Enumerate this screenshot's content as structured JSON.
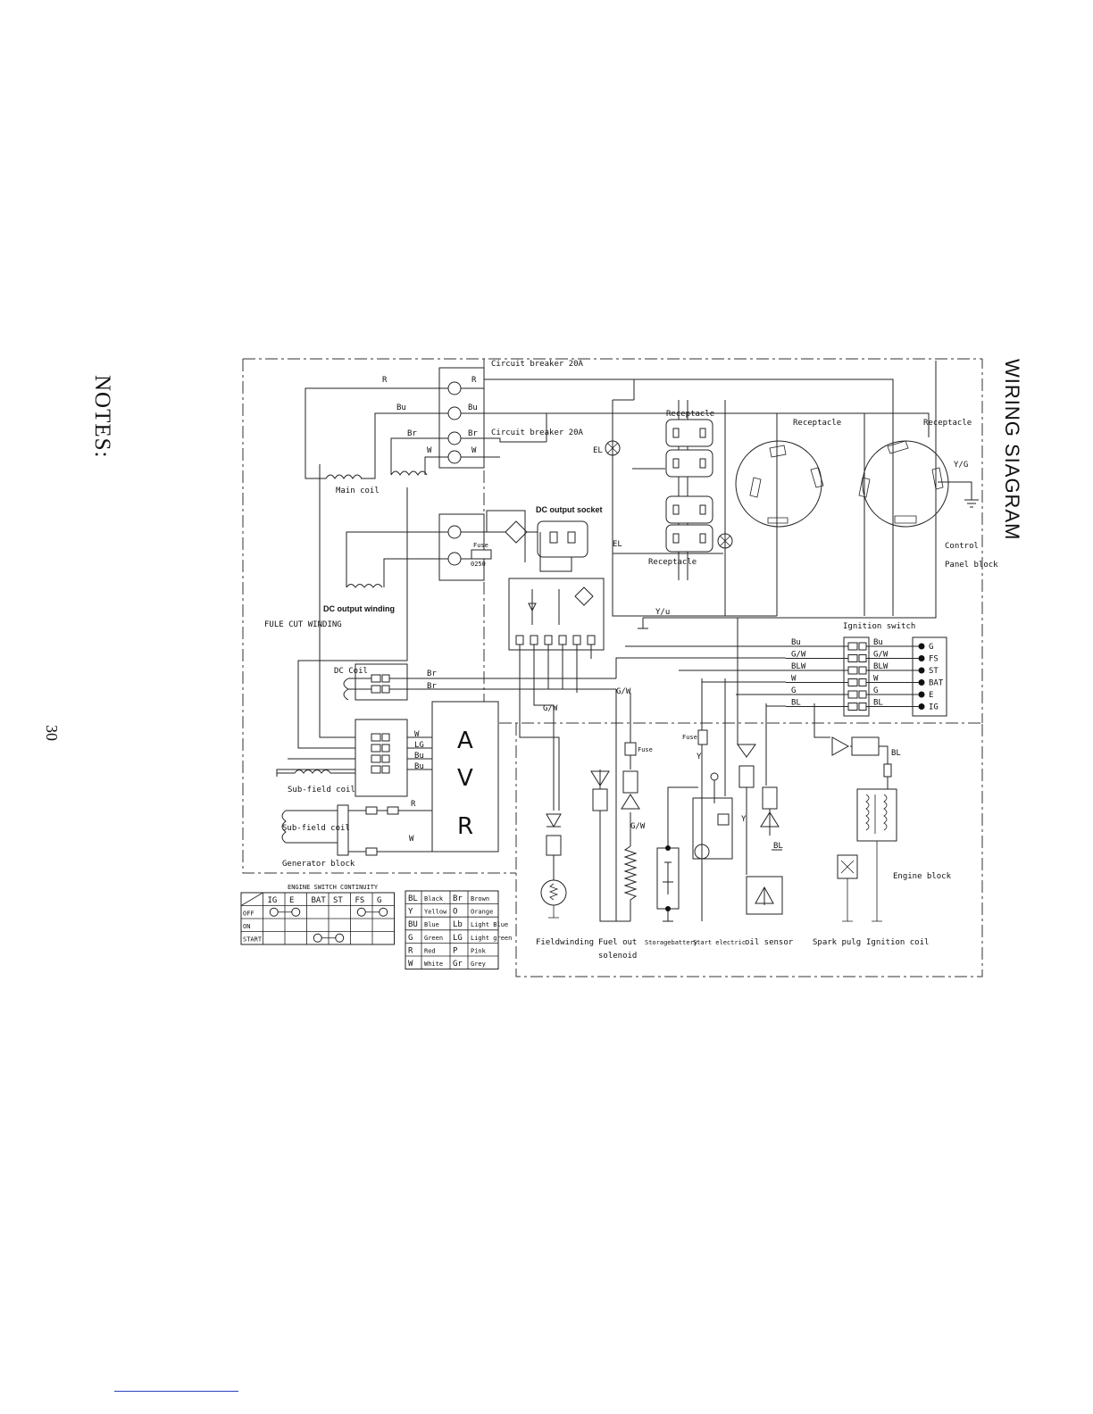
{
  "page": {
    "notes_heading": "NOTES:",
    "page_number": "30",
    "title": "WIRING SIAGRAM"
  },
  "labels": {
    "circuit_breaker_1": "Circuit breaker 20A",
    "circuit_breaker_2": "Circuit breaker 20A",
    "r": "R",
    "bu": "Bu",
    "br": "Br",
    "w": "W",
    "main_coil": "Main coil",
    "dc_output_socket": "DC output socket",
    "fuse": "Fuse",
    "fuse_rating": "0250",
    "dc_output_winding": "DC output winding",
    "fuel_cut_winding": "FULE CUT WINDING",
    "el": "EL",
    "receptacle": "Receptacle",
    "yg": "Y/G",
    "control_panel_block": "Control Panel block",
    "yu": "Y/u",
    "ignition_switch": "Ignition switch",
    "dc_coil": "DC Coil",
    "gw": "G/W",
    "lg": "LG",
    "avr_a": "A",
    "avr_v": "V",
    "avr_r": "R",
    "sub_field_coil": "Sub-field coil",
    "sub_field_coil_2": "Sub-field coil",
    "generator_block": "Generator block",
    "y": "Y",
    "bl": "BL",
    "g": "G",
    "blw": "BLW",
    "engine_block": "Engine block",
    "field_winding": "Fieldwinding",
    "fuel_out_solenoid_1": "Fuel out",
    "fuel_out_solenoid_2": "solenoid",
    "storage_battery": "Storagebattery",
    "start_electric": "Start electric",
    "oil_sensor": "oil sensor",
    "spark_plug": "Spark pulg",
    "ignition_coil": "Ignition coil"
  },
  "ignition_terminals": [
    "G",
    "FS",
    "ST",
    "BAT",
    "E",
    "IG"
  ],
  "ignition_left_wires": [
    "Bu",
    "G/W",
    "BLW",
    "W",
    "G",
    "BL"
  ],
  "ignition_right_wires": [
    "Bu",
    "G/W",
    "BLW",
    "W",
    "G",
    "BL"
  ],
  "avr_wires": [
    "W",
    "LG",
    "Bu",
    "Bu"
  ],
  "continuity_table": {
    "caption": "ENGINE SWITCH CONTINUITY",
    "headers": [
      "",
      "IG",
      "E",
      "BAT",
      "ST",
      "FS",
      "G"
    ],
    "rows": [
      "OFF",
      "ON",
      "START"
    ]
  },
  "color_code": [
    [
      "BL",
      "Black",
      "Br",
      "Brown"
    ],
    [
      "Y",
      "Yellow",
      "O",
      "Orange"
    ],
    [
      "BU",
      "Blue",
      "Lb",
      "Light Blue"
    ],
    [
      "G",
      "Green",
      "LG",
      "Light green"
    ],
    [
      "R",
      "Red",
      "P",
      "Pink"
    ],
    [
      "W",
      "White",
      "Gr",
      "Grey"
    ]
  ]
}
